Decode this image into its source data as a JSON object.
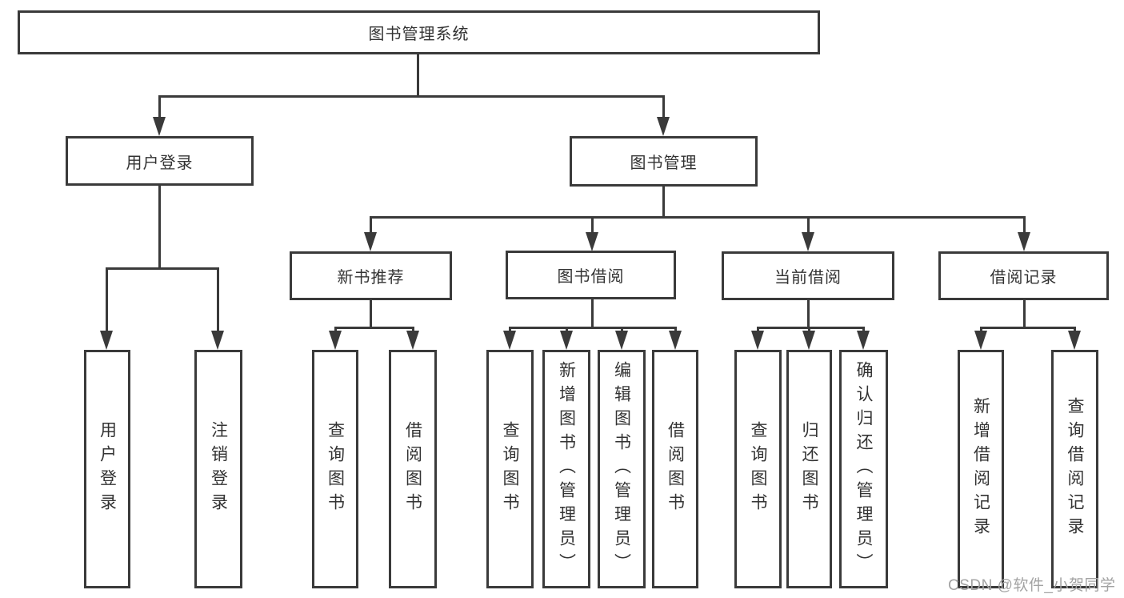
{
  "diagram_title": "图书管理系统",
  "tree": {
    "label": "图书管理系统",
    "children": [
      {
        "label": "用户登录",
        "children": [
          {
            "label": "用户登录"
          },
          {
            "label": "注销登录"
          }
        ]
      },
      {
        "label": "图书管理",
        "children": [
          {
            "label": "新书推荐",
            "children": [
              {
                "label": "查询图书"
              },
              {
                "label": "借阅图书"
              }
            ]
          },
          {
            "label": "图书借阅",
            "children": [
              {
                "label": "查询图书"
              },
              {
                "label": "新增图书（管理员）"
              },
              {
                "label": "编辑图书（管理员）"
              },
              {
                "label": "借阅图书"
              }
            ]
          },
          {
            "label": "当前借阅",
            "children": [
              {
                "label": "查询图书"
              },
              {
                "label": "归还图书"
              },
              {
                "label": "确认归还（管理员）"
              }
            ]
          },
          {
            "label": "借阅记录",
            "children": [
              {
                "label": "新增借阅记录"
              },
              {
                "label": "查询借阅记录"
              }
            ]
          }
        ]
      }
    ]
  },
  "watermark": "CSDN @软件_小贺同学",
  "colors": {
    "line": "#3a3a3a",
    "text": "#333333",
    "background": "#ffffff",
    "watermark": "#a3a3a3"
  }
}
